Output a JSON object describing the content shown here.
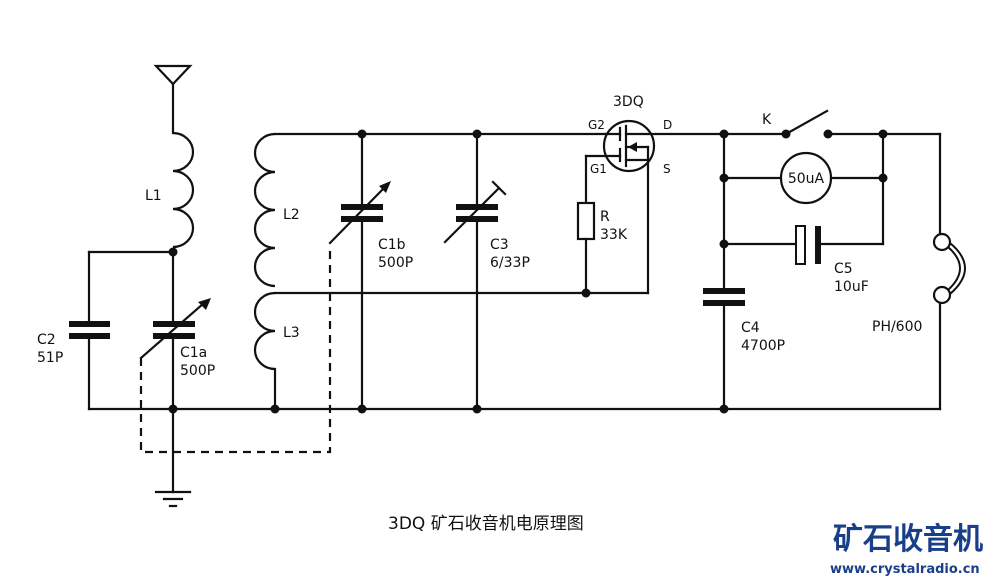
{
  "diagram": {
    "title": "3DQ 矿石收音机电原理图",
    "components": {
      "L1": {
        "ref": "L1",
        "type": "inductor"
      },
      "L2": {
        "ref": "L2",
        "type": "inductor"
      },
      "L3": {
        "ref": "L3",
        "type": "inductor"
      },
      "C1a": {
        "ref": "C1a",
        "value": "500P",
        "type": "variable-capacitor"
      },
      "C1b": {
        "ref": "C1b",
        "value": "500P",
        "type": "variable-capacitor"
      },
      "C2": {
        "ref": "C2",
        "value": "51P",
        "type": "capacitor"
      },
      "C3": {
        "ref": "C3",
        "value": "6/33P",
        "type": "trimmer-capacitor"
      },
      "C4": {
        "ref": "C4",
        "value": "4700P",
        "type": "capacitor"
      },
      "C5": {
        "ref": "C5",
        "value": "10uF",
        "type": "electrolytic-capacitor"
      },
      "R": {
        "ref": "R",
        "value": "33K",
        "type": "resistor"
      },
      "Q": {
        "ref": "3DQ",
        "type": "dual-gate-mosfet",
        "pins": {
          "g1": "G1",
          "g2": "G2",
          "d": "D",
          "s": "S"
        }
      },
      "K": {
        "ref": "K",
        "type": "switch"
      },
      "meter": {
        "value": "50uA",
        "type": "ammeter"
      },
      "phone": {
        "value": "PH/600",
        "type": "earphone"
      }
    }
  },
  "logo": {
    "name": "矿石收音机",
    "url": "www.crystalradio.cn",
    "color": "#1a3f8a"
  }
}
